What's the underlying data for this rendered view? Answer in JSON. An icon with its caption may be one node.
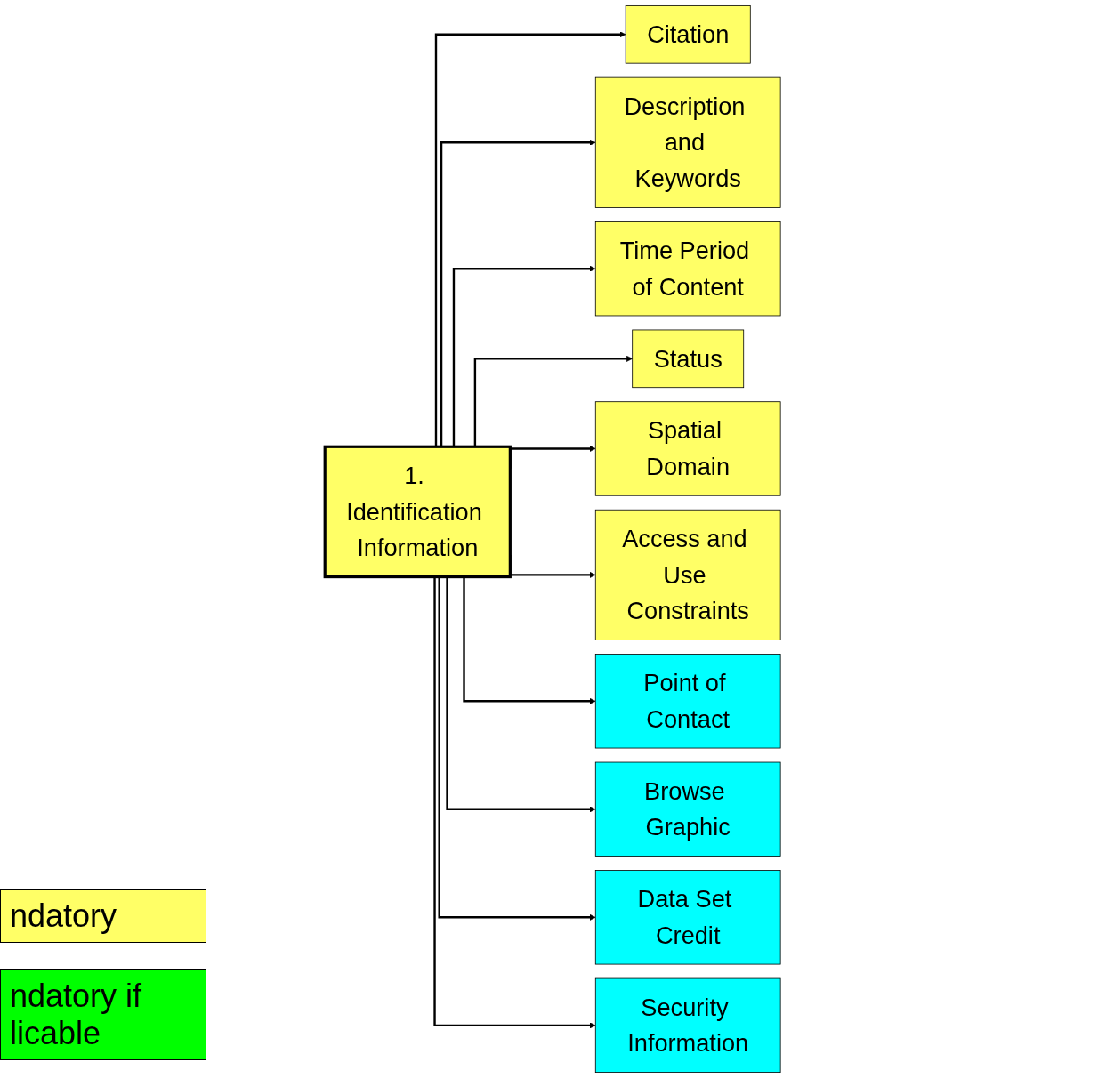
{
  "diagram": {
    "nodes": [
      {
        "text": [
          "1. Identification Information"
        ]
      },
      {
        "text": [
          "Citation"
        ]
      },
      {
        "text": [
          "Description and Keywords"
        ]
      },
      {
        "text": [
          "Time Period of Content"
        ]
      },
      {
        "text": [
          "Status"
        ]
      },
      {
        "text": [
          "Spatial Domain"
        ]
      },
      {
        "text": [
          "Access and Use Constraints"
        ]
      },
      {
        "text": [
          "Point of Contact"
        ]
      },
      {
        "text": [
          "Browse Graphic"
        ]
      },
      {
        "text": [
          "Data Set Credit"
        ]
      },
      {
        "text": [
          "Security Information"
        ]
      }
    ],
    "edges": [
      {
        "from": 0,
        "to": 1,
        "arrow": "to"
      },
      {
        "from": 0,
        "to": 2,
        "arrow": "to"
      },
      {
        "from": 0,
        "to": 3,
        "arrow": "to"
      },
      {
        "from": 0,
        "to": 4,
        "arrow": "to"
      },
      {
        "from": 0,
        "to": 5,
        "arrow": "to"
      },
      {
        "from": 0,
        "to": 6,
        "arrow": "to"
      },
      {
        "from": 0,
        "to": 7,
        "arrow": "to"
      },
      {
        "from": 0,
        "to": 8,
        "arrow": "to"
      },
      {
        "from": 0,
        "to": 9,
        "arrow": "to"
      },
      {
        "from": 0,
        "to": 10,
        "arrow": "to"
      }
    ],
    "legend": [
      {
        "text": "ndatory",
        "color": "#ffff66"
      },
      {
        "text": "ndatory if licable",
        "color": "#00ff00"
      }
    ]
  }
}
